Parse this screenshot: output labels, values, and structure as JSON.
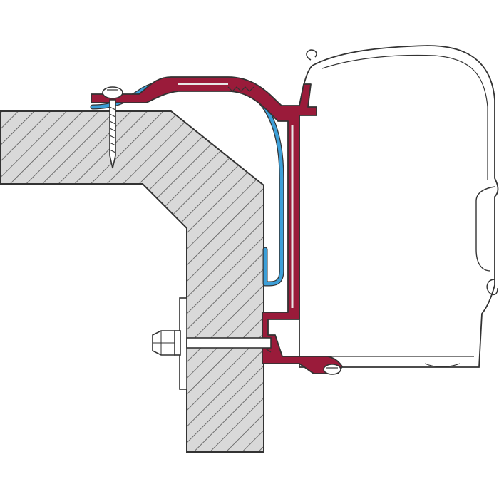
{
  "diagram": {
    "type": "technical-cross-section",
    "parts": [
      {
        "id": "wall",
        "fill": "#d9d9d9",
        "hatch": "#555555",
        "stroke": "#333333"
      },
      {
        "id": "adapter-rail",
        "color": "#9a1b3a",
        "highlight": "#e7e7e7"
      },
      {
        "id": "flexible-seal",
        "color": "#3c9fd8",
        "highlight": "#ffffff"
      },
      {
        "id": "awning-cassette",
        "fill": "#ffffff",
        "stroke": "#333333"
      },
      {
        "id": "wood-screw",
        "fill": "#ffffff",
        "stroke": "#333333"
      },
      {
        "id": "through-bolt",
        "fill": "#ffffff",
        "stroke": "#333333"
      },
      {
        "id": "washer-plate",
        "fill": "#ffffff",
        "stroke": "#333333"
      },
      {
        "id": "hex-nut",
        "fill": "#ffffff",
        "stroke": "#333333"
      }
    ]
  }
}
